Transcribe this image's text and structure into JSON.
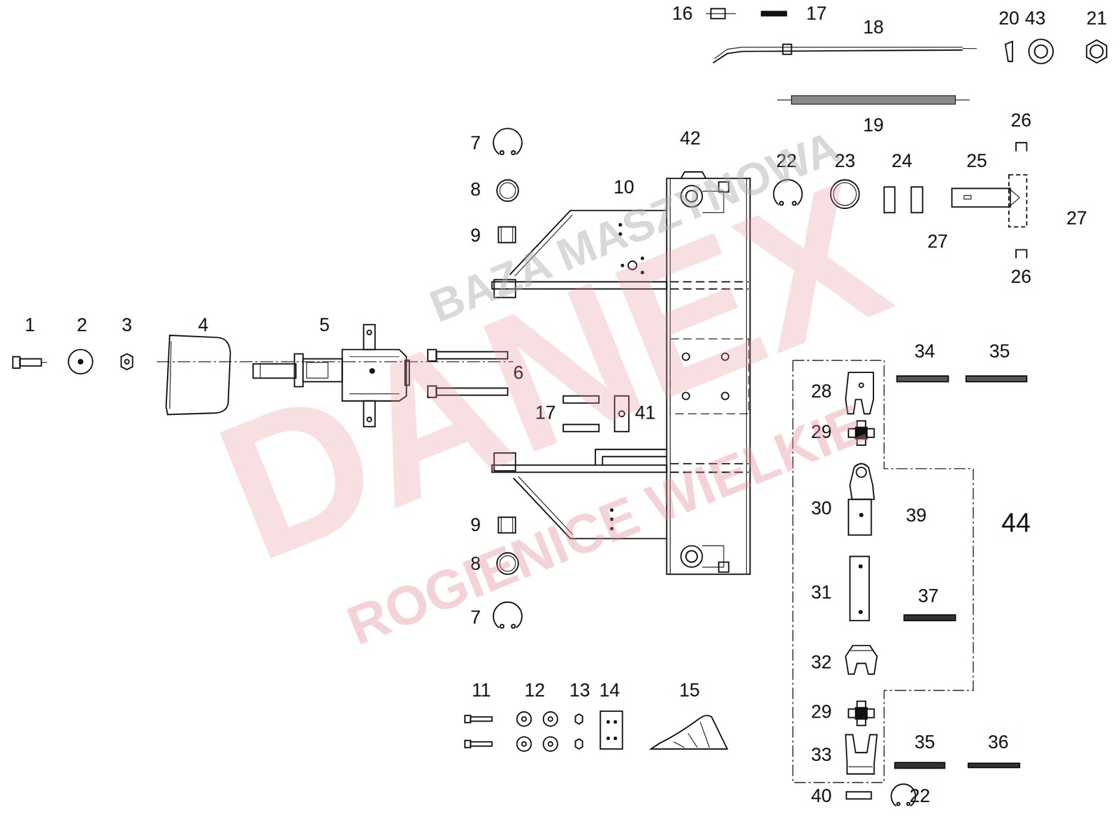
{
  "diagram": {
    "labels": [
      "16",
      "17",
      "18",
      "20",
      "43",
      "21",
      "19",
      "26",
      "7",
      "42",
      "22",
      "23",
      "24",
      "25",
      "8",
      "10",
      "27",
      "27",
      "9",
      "26",
      "1",
      "2",
      "3",
      "4",
      "5",
      "34",
      "35",
      "6",
      "28",
      "17",
      "41",
      "29",
      "30",
      "39",
      "44",
      "9",
      "8",
      "31",
      "37",
      "7",
      "32",
      "11",
      "12",
      "13",
      "14",
      "15",
      "29",
      "35",
      "36",
      "33",
      "40",
      "22",
      "BAZA MASZYNOWA",
      "DANEX",
      "ROGIENICE WIELKIE"
    ]
  }
}
